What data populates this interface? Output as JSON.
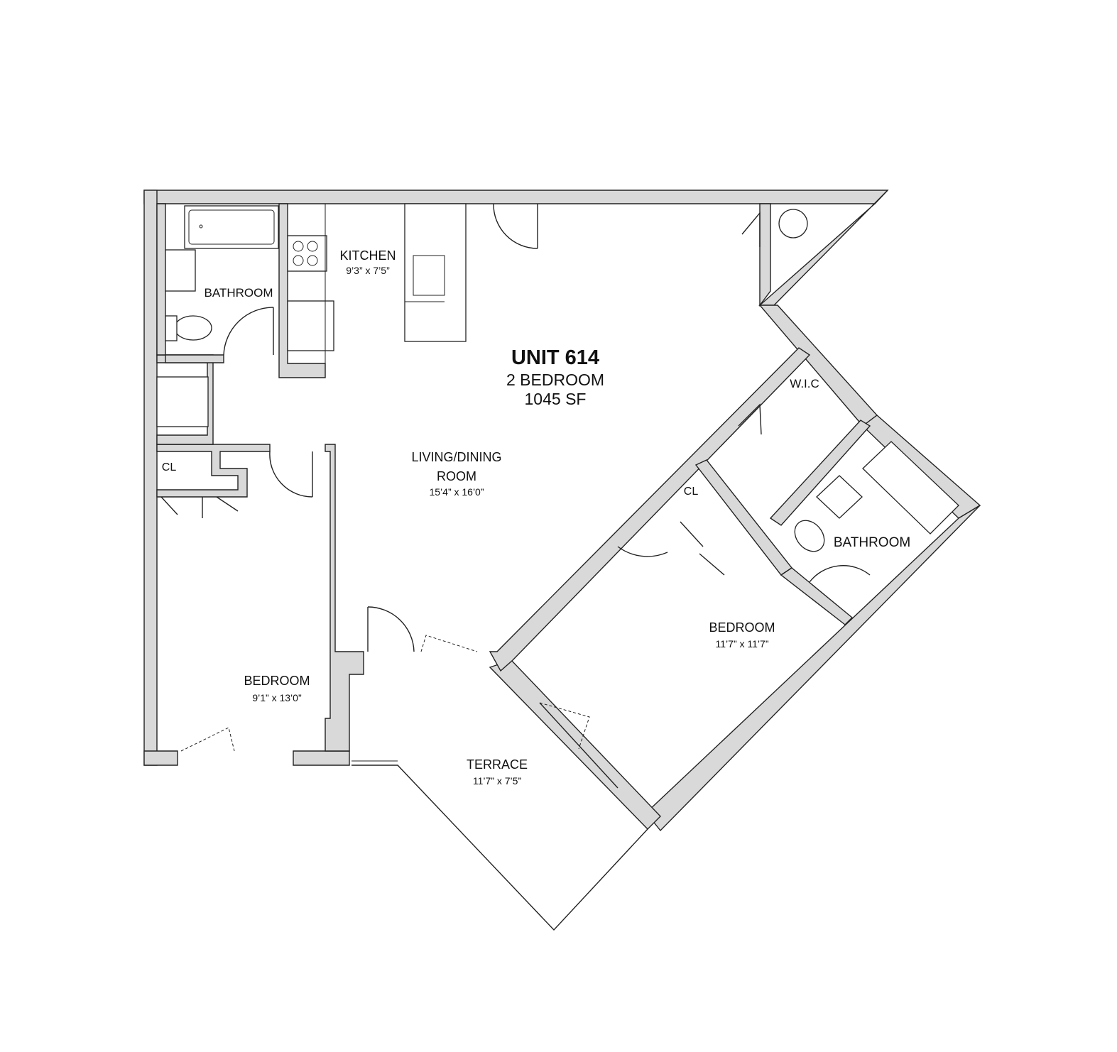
{
  "unit": {
    "title": "UNIT 614",
    "type": "2 BEDROOM",
    "area": "1045 SF"
  },
  "rooms": {
    "kitchen": {
      "name": "KITCHEN",
      "dims": "9’3” x 7’5”"
    },
    "bathroom_1": {
      "name": "BATHROOM"
    },
    "living": {
      "name_line1": "LIVING/DINING",
      "name_line2": "ROOM",
      "dims": "15’4” x 16’0”"
    },
    "closet_1": {
      "name": "CL"
    },
    "closet_2": {
      "name": "CL"
    },
    "wic": {
      "name": "W.I.C"
    },
    "bathroom_2": {
      "name": "BATHROOM"
    },
    "bedroom_1": {
      "name": "BEDROOM",
      "dims": "9’1” x 13’0”"
    },
    "bedroom_2": {
      "name": "BEDROOM",
      "dims": "11’7” x 11’7”"
    },
    "terrace": {
      "name": "TERRACE",
      "dims": "11’7” x 7’5”"
    }
  },
  "colors": {
    "wall_fill": "#d9d9d9",
    "line": "#222222",
    "background": "#ffffff"
  }
}
